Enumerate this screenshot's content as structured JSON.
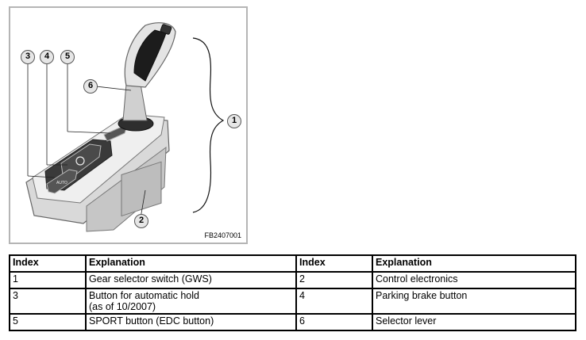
{
  "figure": {
    "code": "FB2407001",
    "callouts": [
      "1",
      "2",
      "3",
      "4",
      "5",
      "6"
    ],
    "icons": [
      "gear-selector-illustration",
      "parking-brake-icon",
      "auto-hold-icon"
    ]
  },
  "table": {
    "headers": [
      "Index",
      "Explanation",
      "Index",
      "Explanation"
    ],
    "rows": [
      {
        "i1": "1",
        "e1": "Gear selector switch (GWS)",
        "i2": "2",
        "e2": "Control electronics"
      },
      {
        "i1": "3",
        "e1": "Button for automatic hold\n(as of 10/2007)",
        "i2": "4",
        "e2": "Parking brake button"
      },
      {
        "i1": "5",
        "e1": "SPORT button (EDC button)",
        "i2": "6",
        "e2": "Selector lever"
      }
    ]
  }
}
